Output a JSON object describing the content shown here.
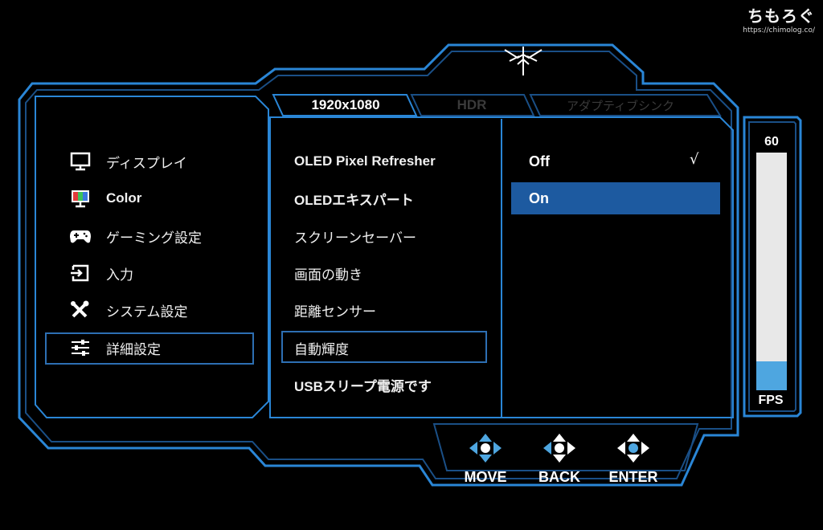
{
  "watermark": {
    "main": "ちもろぐ",
    "url": "https://chimolog.co/"
  },
  "tabs": [
    {
      "label": "1920x1080",
      "active": true
    },
    {
      "label": "HDR",
      "active": false
    },
    {
      "label": "アダプティブシンク",
      "active": false
    }
  ],
  "main_menu": [
    {
      "label": "ディスプレイ",
      "icon": "monitor-icon"
    },
    {
      "label": "Color",
      "icon": "color-monitor-icon"
    },
    {
      "label": "ゲーミング設定",
      "icon": "gamepad-icon"
    },
    {
      "label": "入力",
      "icon": "input-icon"
    },
    {
      "label": "システム設定",
      "icon": "tools-icon"
    },
    {
      "label": "詳細設定",
      "icon": "sliders-icon",
      "selected": true
    }
  ],
  "sub_menu": [
    {
      "label": "OLED Pixel Refresher"
    },
    {
      "label": "OLEDエキスパート"
    },
    {
      "label": "スクリーンセーバー"
    },
    {
      "label": "画面の動き"
    },
    {
      "label": "距離センサー"
    },
    {
      "label": "自動輝度",
      "selected": true
    },
    {
      "label": "USBスリープ電源です"
    }
  ],
  "options": [
    {
      "label": "Off",
      "checked": true,
      "check_mark": "√"
    },
    {
      "label": "On",
      "highlighted": true
    }
  ],
  "fps": {
    "value": "60",
    "label": "FPS",
    "fill_fraction": 0.12
  },
  "nav": [
    {
      "label": "MOVE"
    },
    {
      "label": "BACK"
    },
    {
      "label": "ENTER"
    }
  ],
  "colors": {
    "frame": "#2a86d6",
    "frame_inner": "#1a4f86",
    "highlight": "#1d5aa0",
    "fps_fill": "#4ea6e0"
  }
}
